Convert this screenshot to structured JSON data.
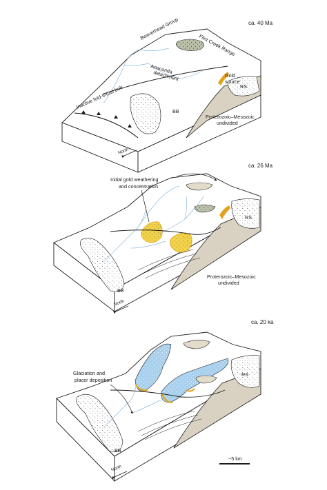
{
  "panels": [
    {
      "age": "ca. 40 Ma",
      "labels": {
        "beaverhead": "Beaverhead Group",
        "flint_creek": "Flint Creek Range",
        "anaconda": [
          "Anaconda",
          "detachment"
        ],
        "fold_thrust": "Inactive fold-thrust belt",
        "gold_source": [
          "Gold",
          "source"
        ],
        "rs": "RS",
        "bb": "BB",
        "proterozoic": [
          "Proterozoic–Mesozoic",
          "undivided"
        ],
        "north": "North"
      }
    },
    {
      "age": "ca. 26 Ma",
      "labels": {
        "weathering": [
          "Initial gold weathering",
          "and concentration"
        ],
        "rs": "RS",
        "bb": "BB",
        "proterozoic": [
          "Proterozoic–Mesozoic",
          "undivided"
        ],
        "north": "North"
      }
    },
    {
      "age": "ca. 20 ka",
      "labels": {
        "glaciation": [
          "Glaciation and",
          "placer deposition"
        ],
        "rs": "RS",
        "bb": "BB",
        "north": "North"
      }
    }
  ],
  "scale_bar": "~5 km",
  "colors": {
    "rock": "#d9d2c3",
    "gold": "#f2d24a",
    "gold_edge": "#e2a21c",
    "ice": "#a9d1ee",
    "river": "#8db8de",
    "beaverhead": "#b9bfa8",
    "stipple": "#7a7a7a"
  }
}
